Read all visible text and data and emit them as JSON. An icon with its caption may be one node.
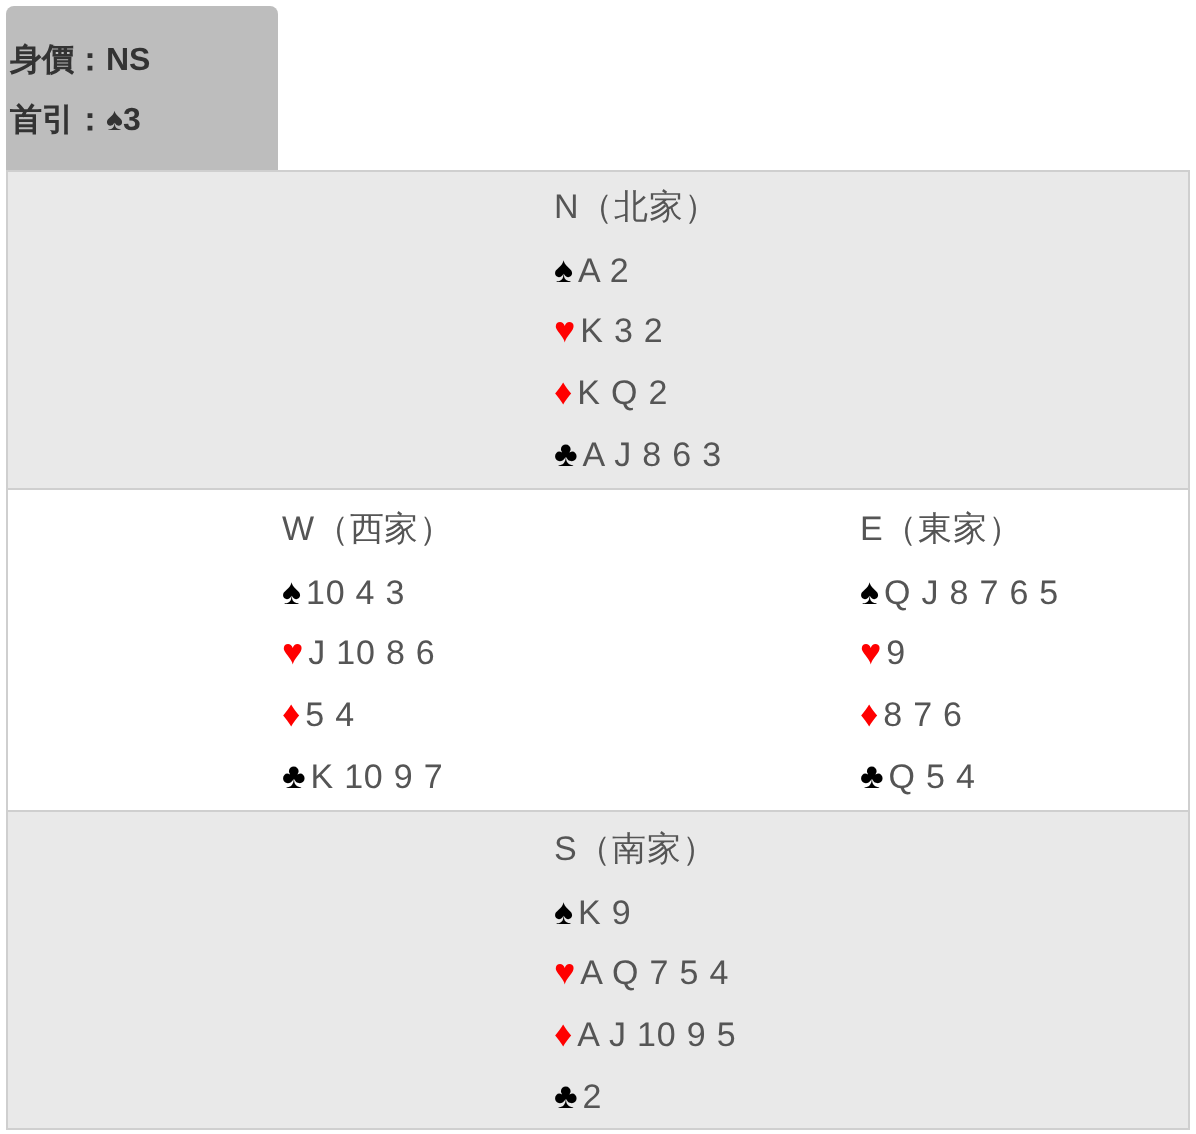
{
  "diagram": {
    "nodes": [
      {
        "text": [
          "身價：NS",
          "首引：♠3"
        ]
      },
      {
        "text": [
          "N（北家）",
          "♠A 2",
          "♥K 3 2",
          "♦K Q 2",
          "♣A J 8 6 3"
        ]
      },
      {
        "text": [
          "W（西家）",
          "♠10 4 3",
          "♥J 10 8 6",
          "♦5 4",
          "♣K 10 9 7"
        ]
      },
      {
        "text": [
          "E（東家）",
          "♠Q J 8 7 6 5",
          "♥9",
          "♦8 7 6",
          "♣Q 5 4"
        ]
      },
      {
        "text": [
          "S（南家）",
          "♠K 9",
          "♥A Q 7 5 4",
          "♦A J 10 9 5",
          "♣2"
        ]
      }
    ]
  }
}
